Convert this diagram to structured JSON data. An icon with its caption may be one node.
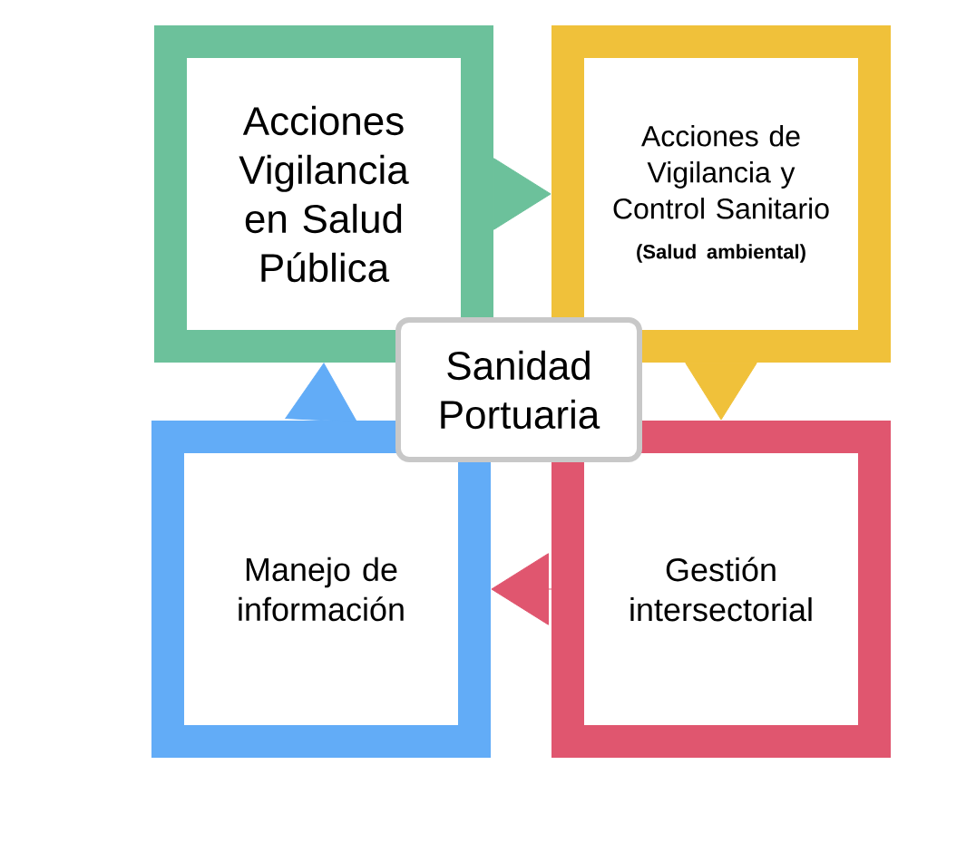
{
  "diagram": {
    "nodes": [
      {
        "text": [
          "Acciones Vigilancia en Salud Pública"
        ]
      },
      {
        "text": [
          "Acciones de Vigilancia y Control Sanitario",
          "(Salud ambiental)"
        ]
      },
      {
        "text": [
          "Gestión intersectorial"
        ]
      },
      {
        "text": [
          "Manejo de información"
        ]
      },
      {
        "text": [
          "Sanidad Portuaria"
        ]
      }
    ],
    "edges": [
      {
        "from": 0,
        "to": 1,
        "arrow": "to",
        "color": "#6cc19b"
      },
      {
        "from": 1,
        "to": 2,
        "arrow": "to",
        "color": "#f0c13a"
      },
      {
        "from": 2,
        "to": 3,
        "arrow": "to",
        "color": "#e0566f"
      },
      {
        "from": 3,
        "to": 0,
        "arrow": "to",
        "color": "#62acf7"
      }
    ]
  }
}
